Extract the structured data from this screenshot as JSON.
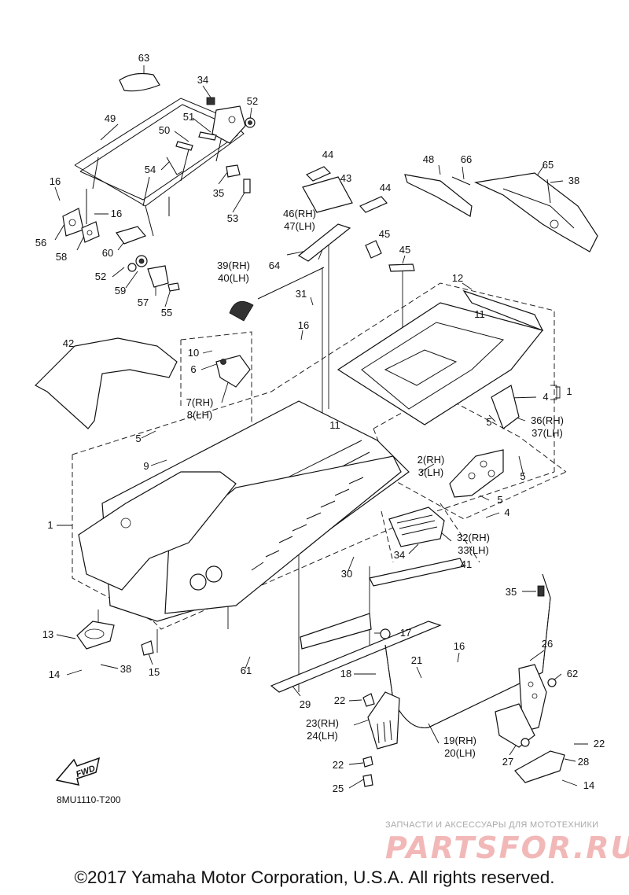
{
  "diagram": {
    "code": "8MU1110-T200",
    "fwd_label": "FWD",
    "copyright": "©2017 Yamaha Motor Corporation, U.S.A. All rights reserved.",
    "watermark": {
      "caption": "ЗАПЧАСТИ И АКСЕССУАРЫ ДЛЯ МОТОТЕХНИКИ",
      "logo": "PARTSFOR.RU"
    },
    "callouts": [
      "63",
      "34",
      "52",
      "49",
      "51",
      "50",
      "54",
      "35",
      "53",
      "16",
      "16",
      "56",
      "58",
      "60",
      "52",
      "59",
      "57",
      "55",
      "44",
      "43",
      "44",
      "48",
      "66",
      "65",
      "38",
      "46(RH)",
      "47(LH)",
      "45",
      "45",
      "64",
      "39(RH)",
      "40(LH)",
      "12",
      "31",
      "11",
      "16",
      "42",
      "10",
      "6",
      "7(RH)",
      "8(LH)",
      "4",
      "1",
      "36(RH)",
      "37(LH)",
      "5",
      "11",
      "5",
      "9",
      "2(RH)",
      "3(LH)",
      "5",
      "5",
      "4",
      "1",
      "32(RH)",
      "33(LH)",
      "34",
      "41",
      "30",
      "35",
      "13",
      "38",
      "14",
      "15",
      "61",
      "17",
      "18",
      "21",
      "16",
      "26",
      "62",
      "29",
      "22",
      "23(RH)",
      "24(LH)",
      "19(RH)",
      "20(LH)",
      "22",
      "27",
      "28",
      "22",
      "25",
      "14"
    ]
  }
}
